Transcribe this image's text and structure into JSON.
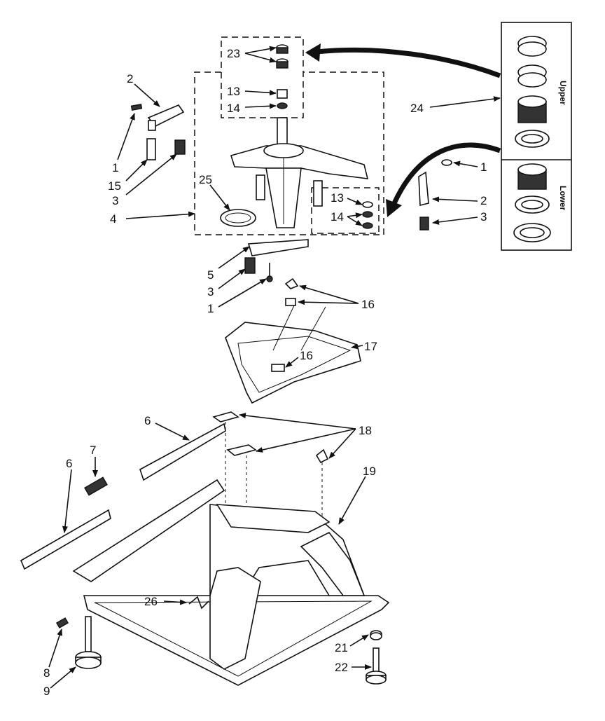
{
  "callouts": {
    "c23": "23",
    "c13a": "13",
    "c14a": "14",
    "c24": "24",
    "c2a": "2",
    "c1a": "1",
    "c15": "15",
    "c3a": "3",
    "c25": "25",
    "c4": "4",
    "c1b": "1",
    "c2b": "2",
    "c3b": "3",
    "c13b": "13",
    "c14b": "14",
    "c5": "5",
    "c3c": "3",
    "c1c": "1",
    "c16a": "16",
    "c17": "17",
    "c16b": "16",
    "c6a": "6",
    "c18": "18",
    "c7": "7",
    "c6b": "6",
    "c19": "19",
    "c26": "26",
    "c8": "8",
    "c9": "9",
    "c21": "21",
    "c22": "22"
  },
  "side_labels": {
    "upper": "Upper",
    "lower": "Lower"
  }
}
